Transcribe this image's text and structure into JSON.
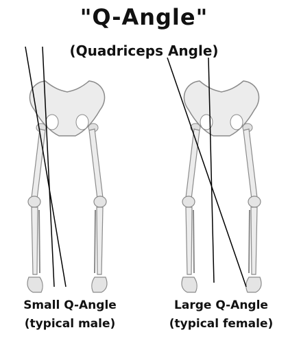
{
  "title": "\"Q-Angle\"",
  "subtitle": "(Quadriceps Angle)",
  "left_figure": {
    "label_line1": "Small Q-Angle",
    "label_line2": "(typical male)"
  },
  "right_figure": {
    "label_line1": "Large Q-Angle",
    "label_line2": "(typical female)"
  },
  "colors": {
    "bone_fill": "#ececec",
    "bone_stroke": "#8a8a8a",
    "line": "#000000",
    "text": "#111111"
  }
}
